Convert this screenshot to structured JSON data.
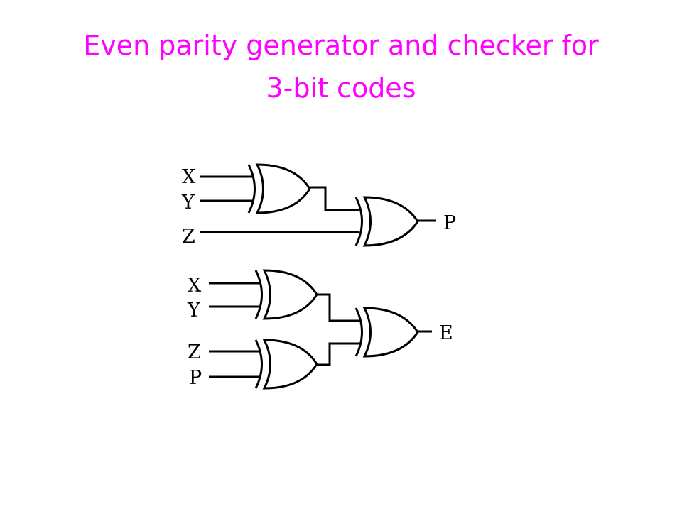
{
  "title": {
    "line1": "Even parity generator and checker for",
    "line2": "3-bit codes",
    "color": "#ff00ff"
  },
  "generator": {
    "inputs": [
      "X",
      "Y",
      "Z"
    ],
    "output": "P"
  },
  "checker": {
    "inputs": [
      "X",
      "Y",
      "Z",
      "P"
    ],
    "output": "E"
  }
}
